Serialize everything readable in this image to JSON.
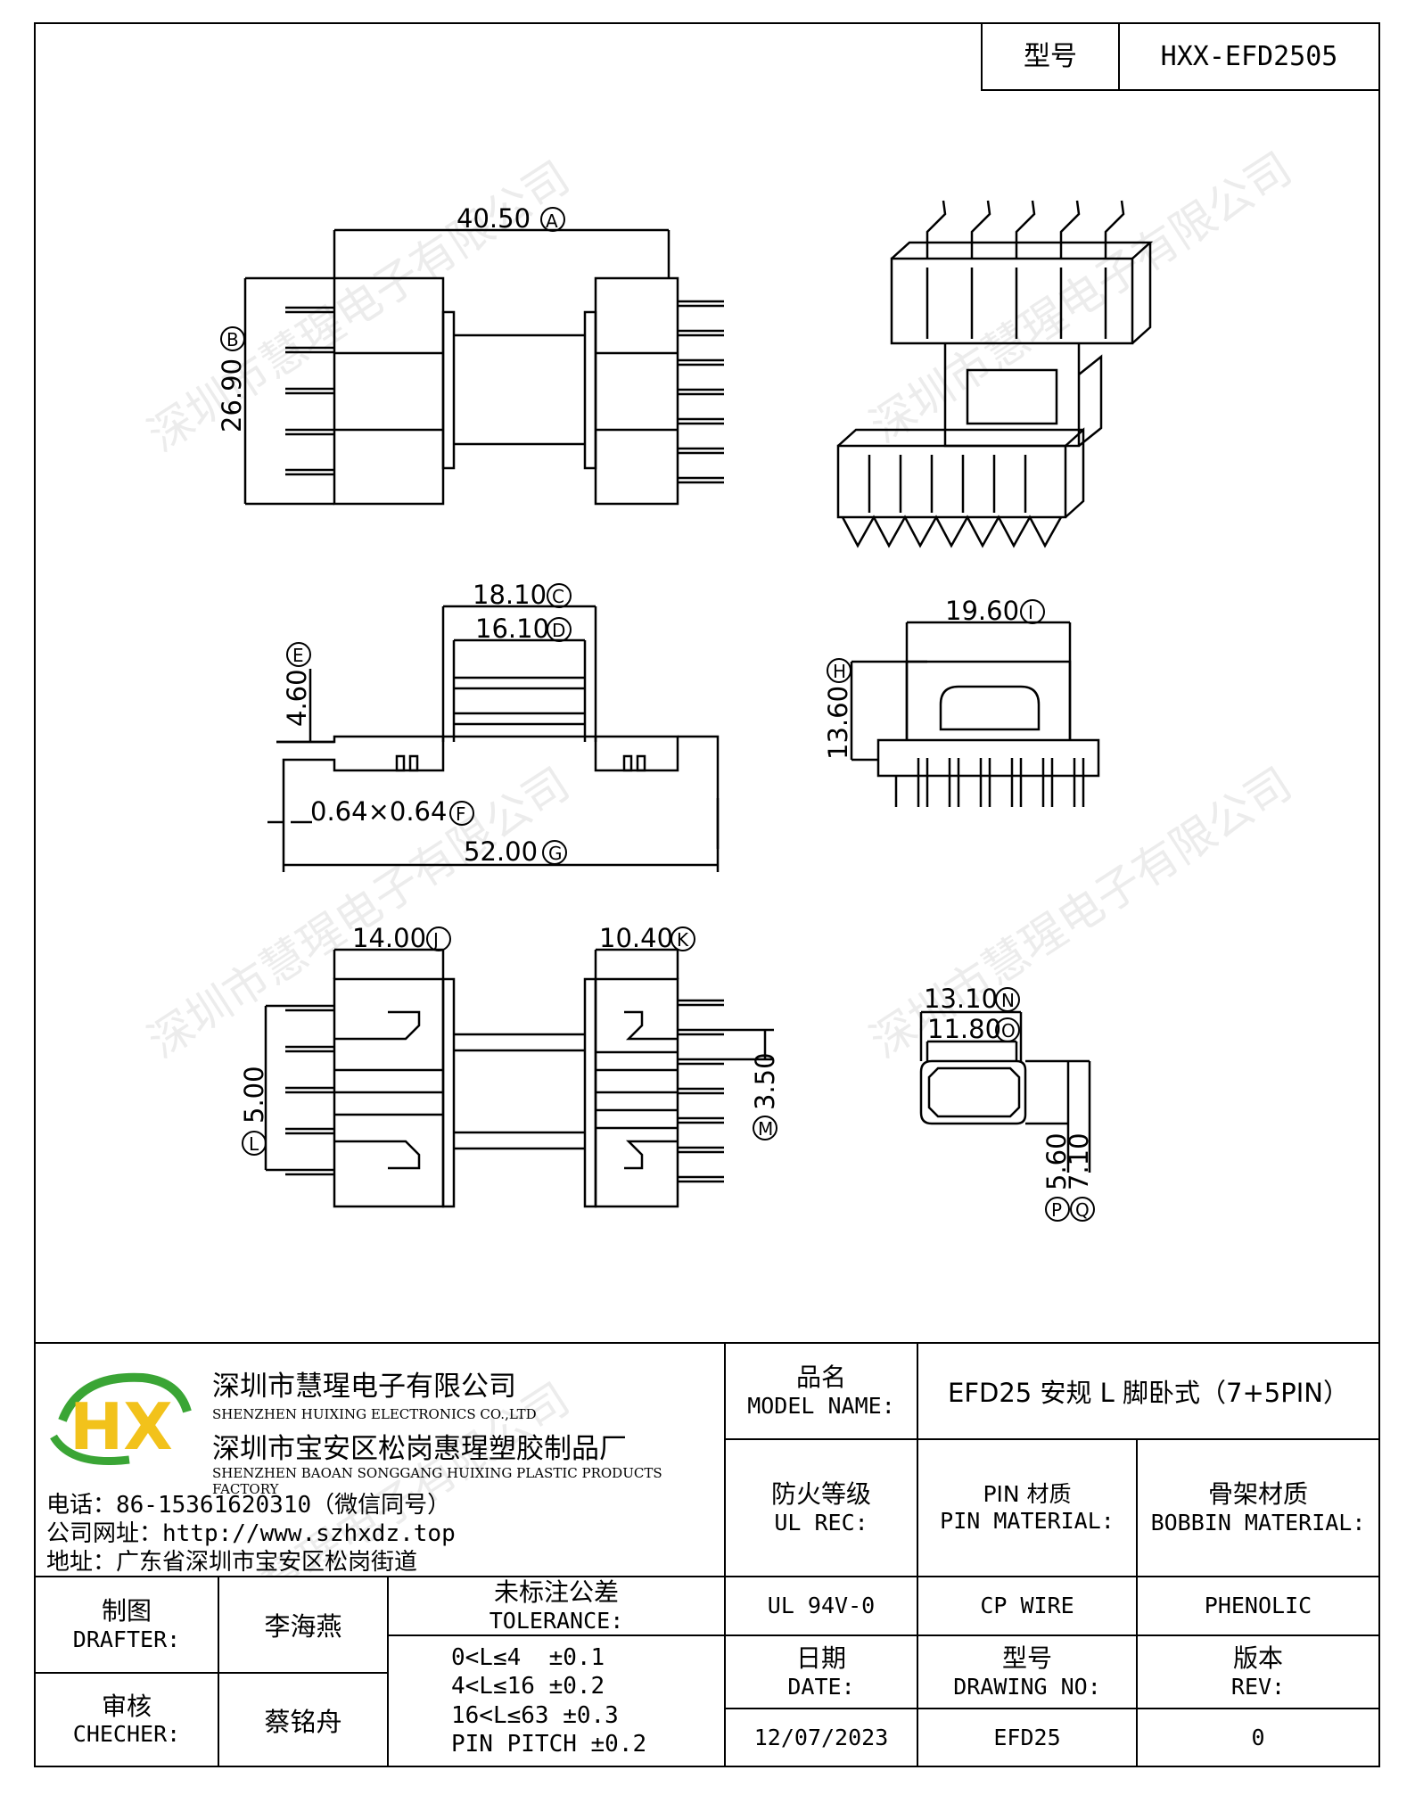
{
  "header": {
    "model_label": "型号",
    "model_value": "HXX-EFD2505"
  },
  "watermark": "深圳市慧瑆电子有限公司",
  "dims": {
    "A": "40.50",
    "B": "26.90",
    "C": "18.10",
    "D": "16.10",
    "E": "4.60",
    "F": "0.64×0.64",
    "G": "52.00",
    "H": "13.60",
    "I": "19.60",
    "J": "14.00",
    "K": "10.40",
    "L": "5.00",
    "M": "3.50",
    "N": "13.10",
    "O": "11.80",
    "P": "5.60",
    "Q": "7.10"
  },
  "markers": {
    "A": "A",
    "B": "B",
    "C": "C",
    "D": "D",
    "E": "E",
    "F": "F",
    "G": "G",
    "H": "H",
    "I": "I",
    "J": "J",
    "K": "K",
    "L": "L",
    "M": "M",
    "N": "N",
    "O": "O",
    "P": "P",
    "Q": "Q"
  },
  "company": {
    "logo_text": "HX",
    "name_cn": "深圳市慧瑆电子有限公司",
    "name_en": "SHENZHEN HUIXING ELECTRONICS CO.,LTD",
    "factory_cn": "深圳市宝安区松岗惠瑆塑胶制品厂",
    "factory_en": "SHENZHEN BAOAN SONGGANG HUIXING PLASTIC PRODUCTS FACTORY",
    "phone": "电话：86-15361620310（微信同号）",
    "website": "公司网址：http://www.szhxdz.top",
    "address": "地址：广东省深圳市宝安区松岗街道"
  },
  "title_block": {
    "model_name_label_cn": "品名",
    "model_name_label_en": "MODEL NAME:",
    "model_name_value": "EFD25 安规 L 脚卧式（7+5PIN）",
    "fire_label_cn": "防火等级",
    "fire_label_en": "UL REC:",
    "pin_mat_cn": "PIN 材质",
    "pin_mat_en": "PIN MATERIAL:",
    "bobbin_mat_cn": "骨架材质",
    "bobbin_mat_en": "BOBBIN MATERIAL:",
    "fire_value": "UL 94V-0",
    "pin_value": "CP WIRE",
    "bobbin_value": "PHENOLIC",
    "drafter_cn": "制图",
    "drafter_en": "DRAFTER:",
    "drafter_name": "李海燕",
    "checker_cn": "审核",
    "checker_en": "CHECHER:",
    "checker_name": "蔡铭舟",
    "tol_cn": "未标注公差",
    "tol_en": "TOLERANCE:",
    "tol_lines": [
      "0<L≤4  ±0.1",
      "4<L≤16 ±0.2",
      "16<L≤63 ±0.3",
      "PIN PITCH ±0.2"
    ],
    "date_cn": "日期",
    "date_en": "DATE:",
    "drawing_cn": "型号",
    "drawing_en": "DRAWING NO:",
    "rev_cn": "版本",
    "rev_en": "REV:",
    "date_value": "12/07/2023",
    "drawing_value": "EFD25",
    "rev_value": "0"
  },
  "colors": {
    "logo_green": "#3aa535",
    "logo_yellow": "#f2c21b",
    "logo_blue": "#2b4fa3"
  }
}
